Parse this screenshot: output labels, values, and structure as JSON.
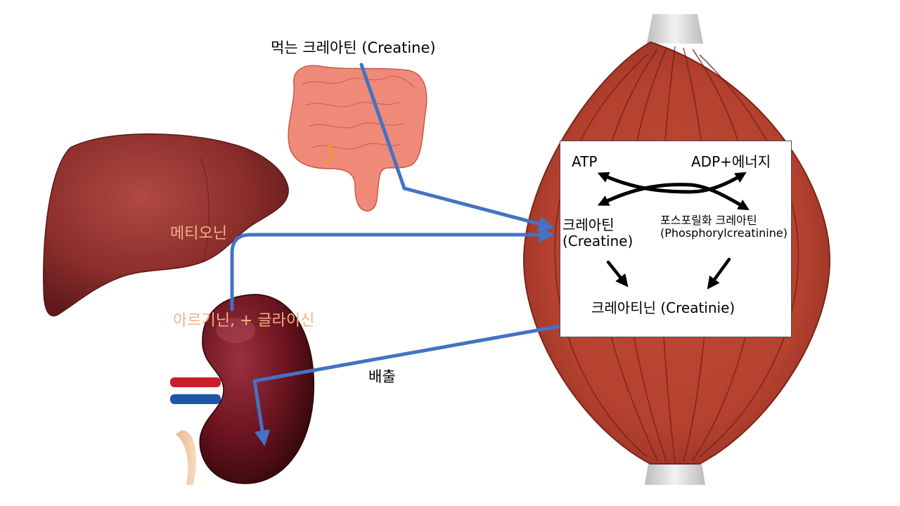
{
  "labels": {
    "food_creatine": "먹는 크레아틴 (Creatine)",
    "methionine": "메티오닌",
    "arginine_glycine": "아르기닌, + 글라이신",
    "excretion": "배출"
  },
  "muscle_box": {
    "atp": "ATP",
    "adp_energy": "ADP+에너지",
    "creatine_kr": "크레아틴",
    "creatine_en": "(Creatine)",
    "phosphocreatine_kr": "포스포릴화 크레아틴",
    "phosphocreatine_en": "(Phosphorylcreatinine)",
    "creatinine": "크레아티닌 (Creatinie)"
  },
  "icons": {
    "liver": "liver-icon",
    "intestine": "intestine-icon",
    "kidney": "kidney-icon",
    "muscle": "muscle-icon"
  },
  "colors": {
    "flow_arrow": "#4472C4",
    "muscle": "#B5412F",
    "liver": "#8C2E2C",
    "kidney": "#6B1420",
    "intestine": "#F08A78",
    "label_orange": "#F4B183"
  }
}
